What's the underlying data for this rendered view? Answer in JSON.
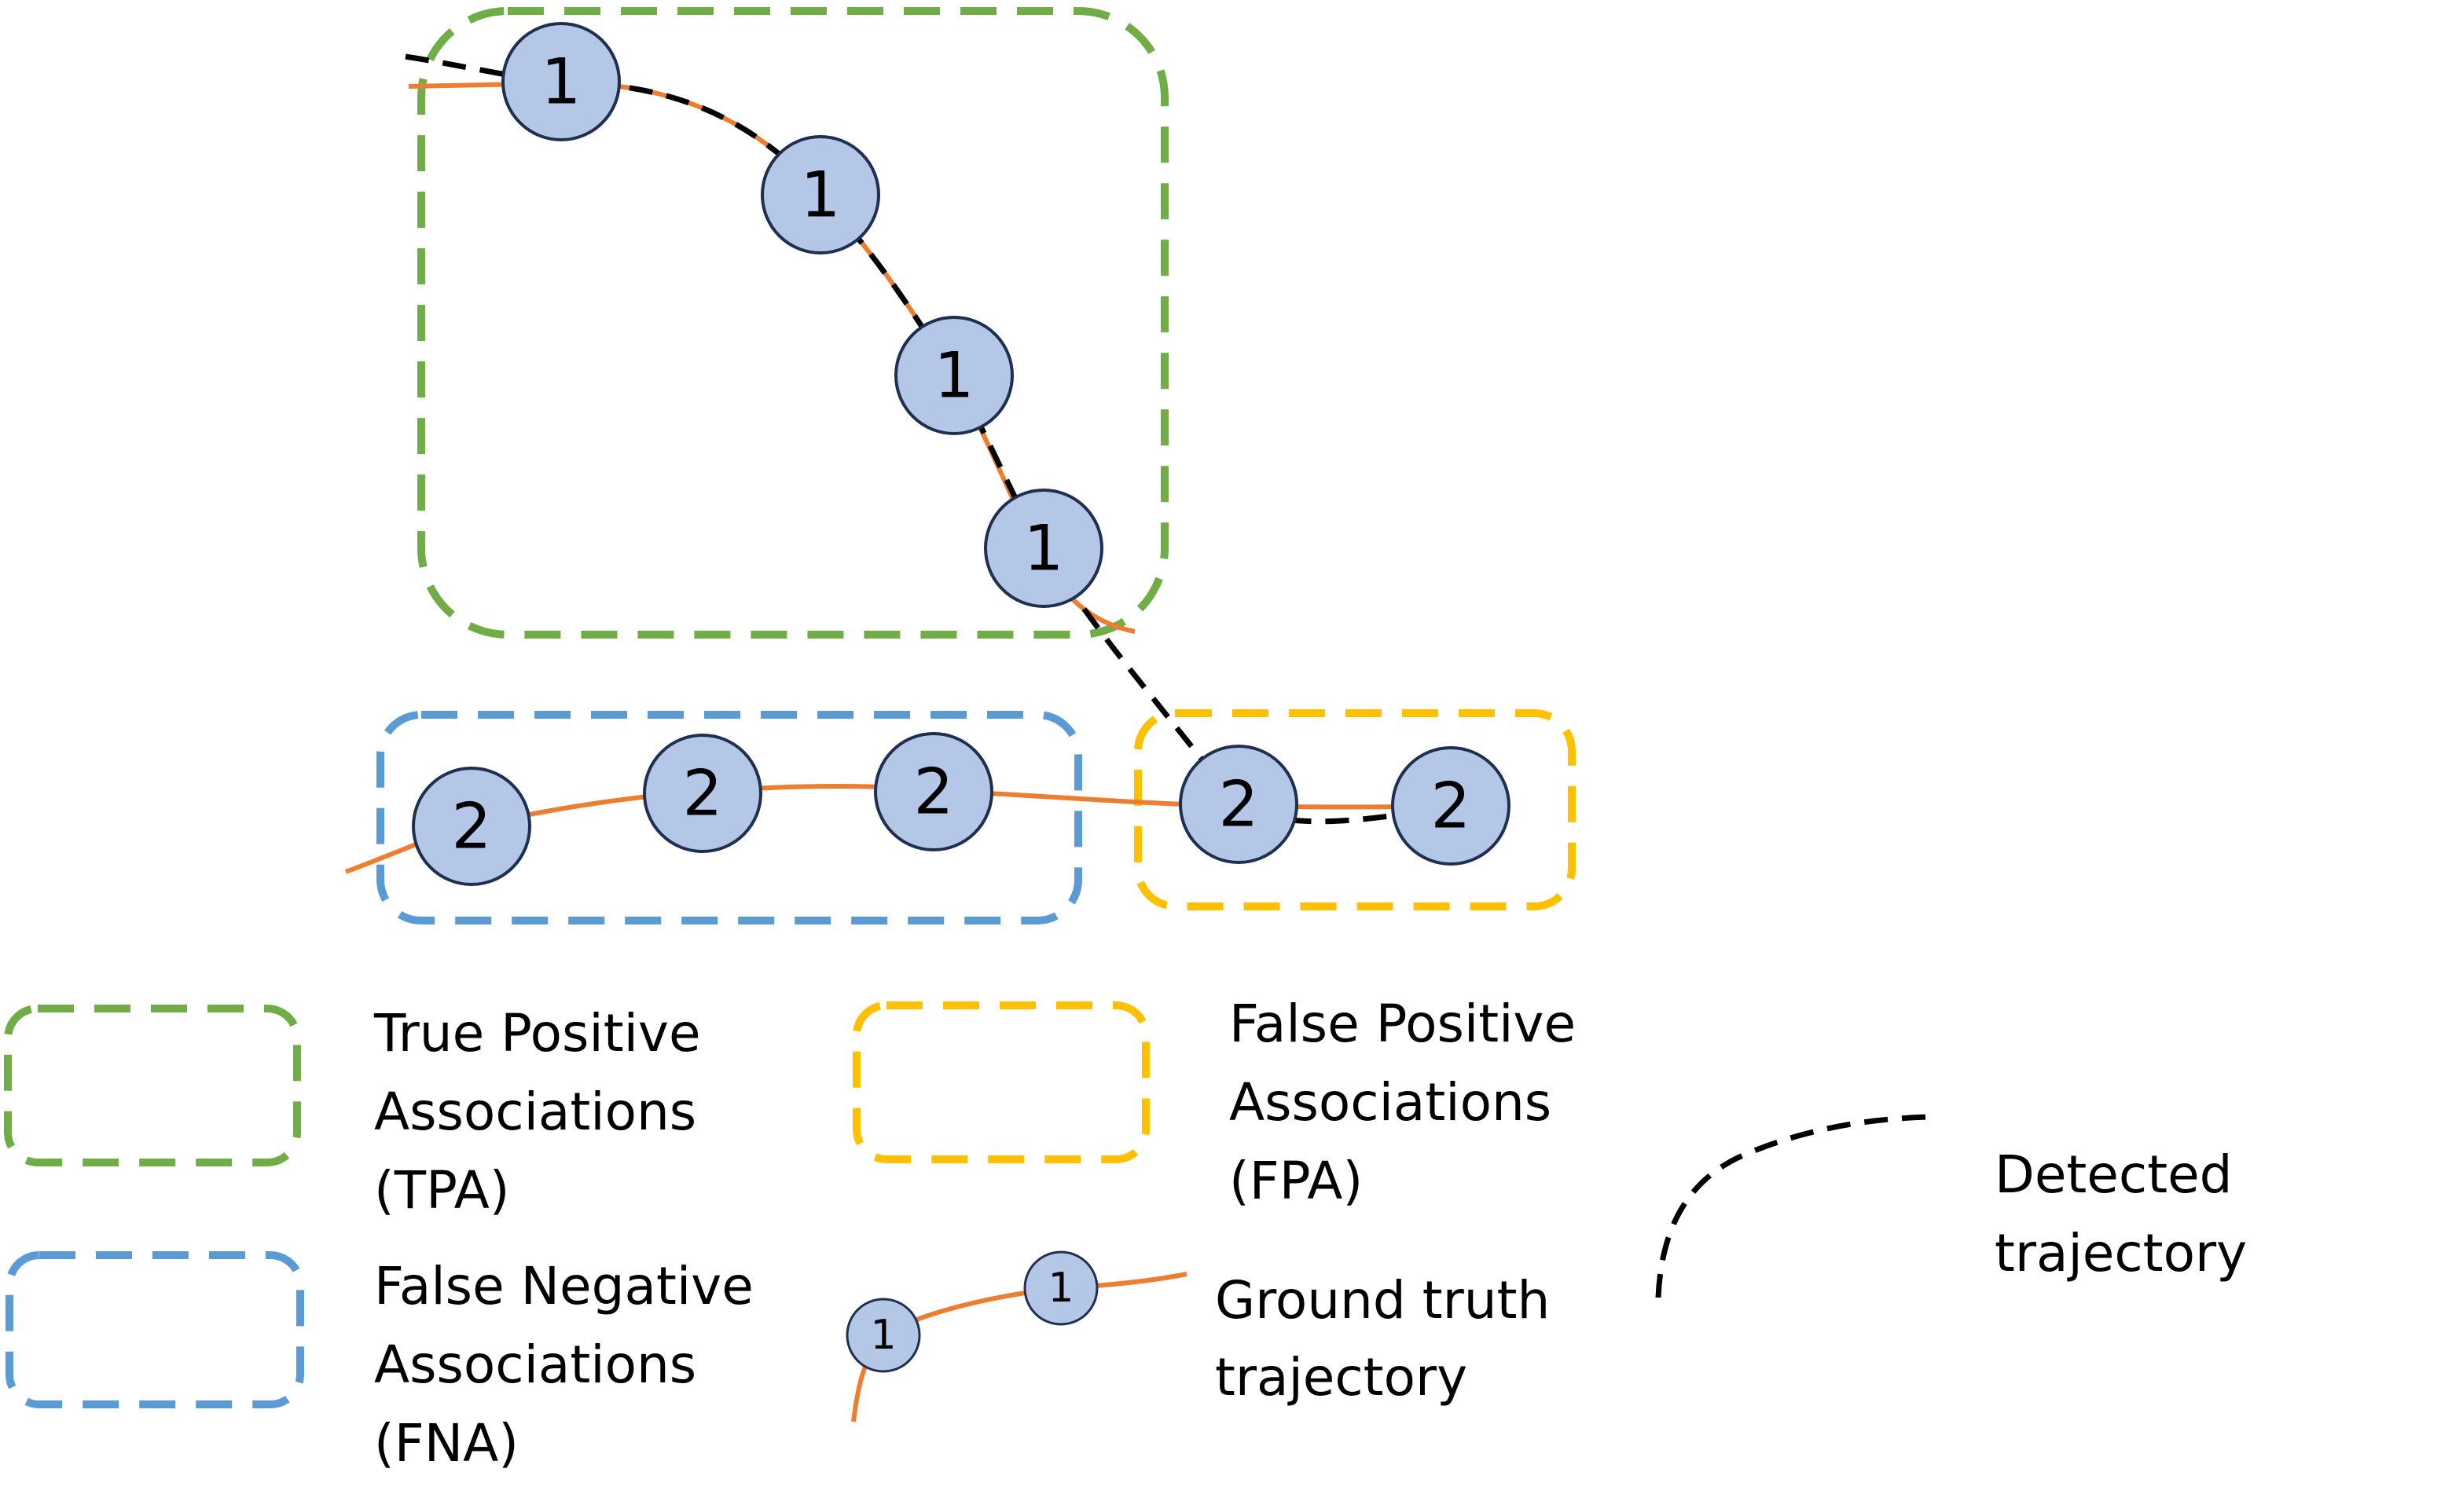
{
  "trajectories": {
    "track1": {
      "id_label": "1",
      "node_count": 4
    },
    "track2": {
      "id_label": "2",
      "node_count": 5
    }
  },
  "legend": {
    "tpa": {
      "lines": [
        "True Positive",
        "Associations",
        "(TPA)"
      ],
      "color": "#70ad47"
    },
    "fna": {
      "lines": [
        "False Negative",
        "Associations",
        "(FNA)"
      ],
      "color": "#5b9bd5"
    },
    "fpa": {
      "lines": [
        "False Positive",
        "Associations",
        "(FPA)"
      ],
      "color": "#ffc000"
    },
    "ground_truth": {
      "lines": [
        "Ground truth",
        "trajectory"
      ],
      "color": "#ed7d31",
      "node_labels": [
        "1",
        "1"
      ]
    },
    "detected": {
      "lines": [
        "Detected",
        "trajectory"
      ],
      "color": "#000000"
    }
  },
  "colors": {
    "node_fill": "#b4c7e7",
    "node_stroke": "#1f2f4f",
    "ground_truth_line": "#ed7d31",
    "detected_line": "#000000",
    "tpa_box": "#70ad47",
    "fna_box": "#5b9bd5",
    "fpa_box": "#ffc000"
  }
}
